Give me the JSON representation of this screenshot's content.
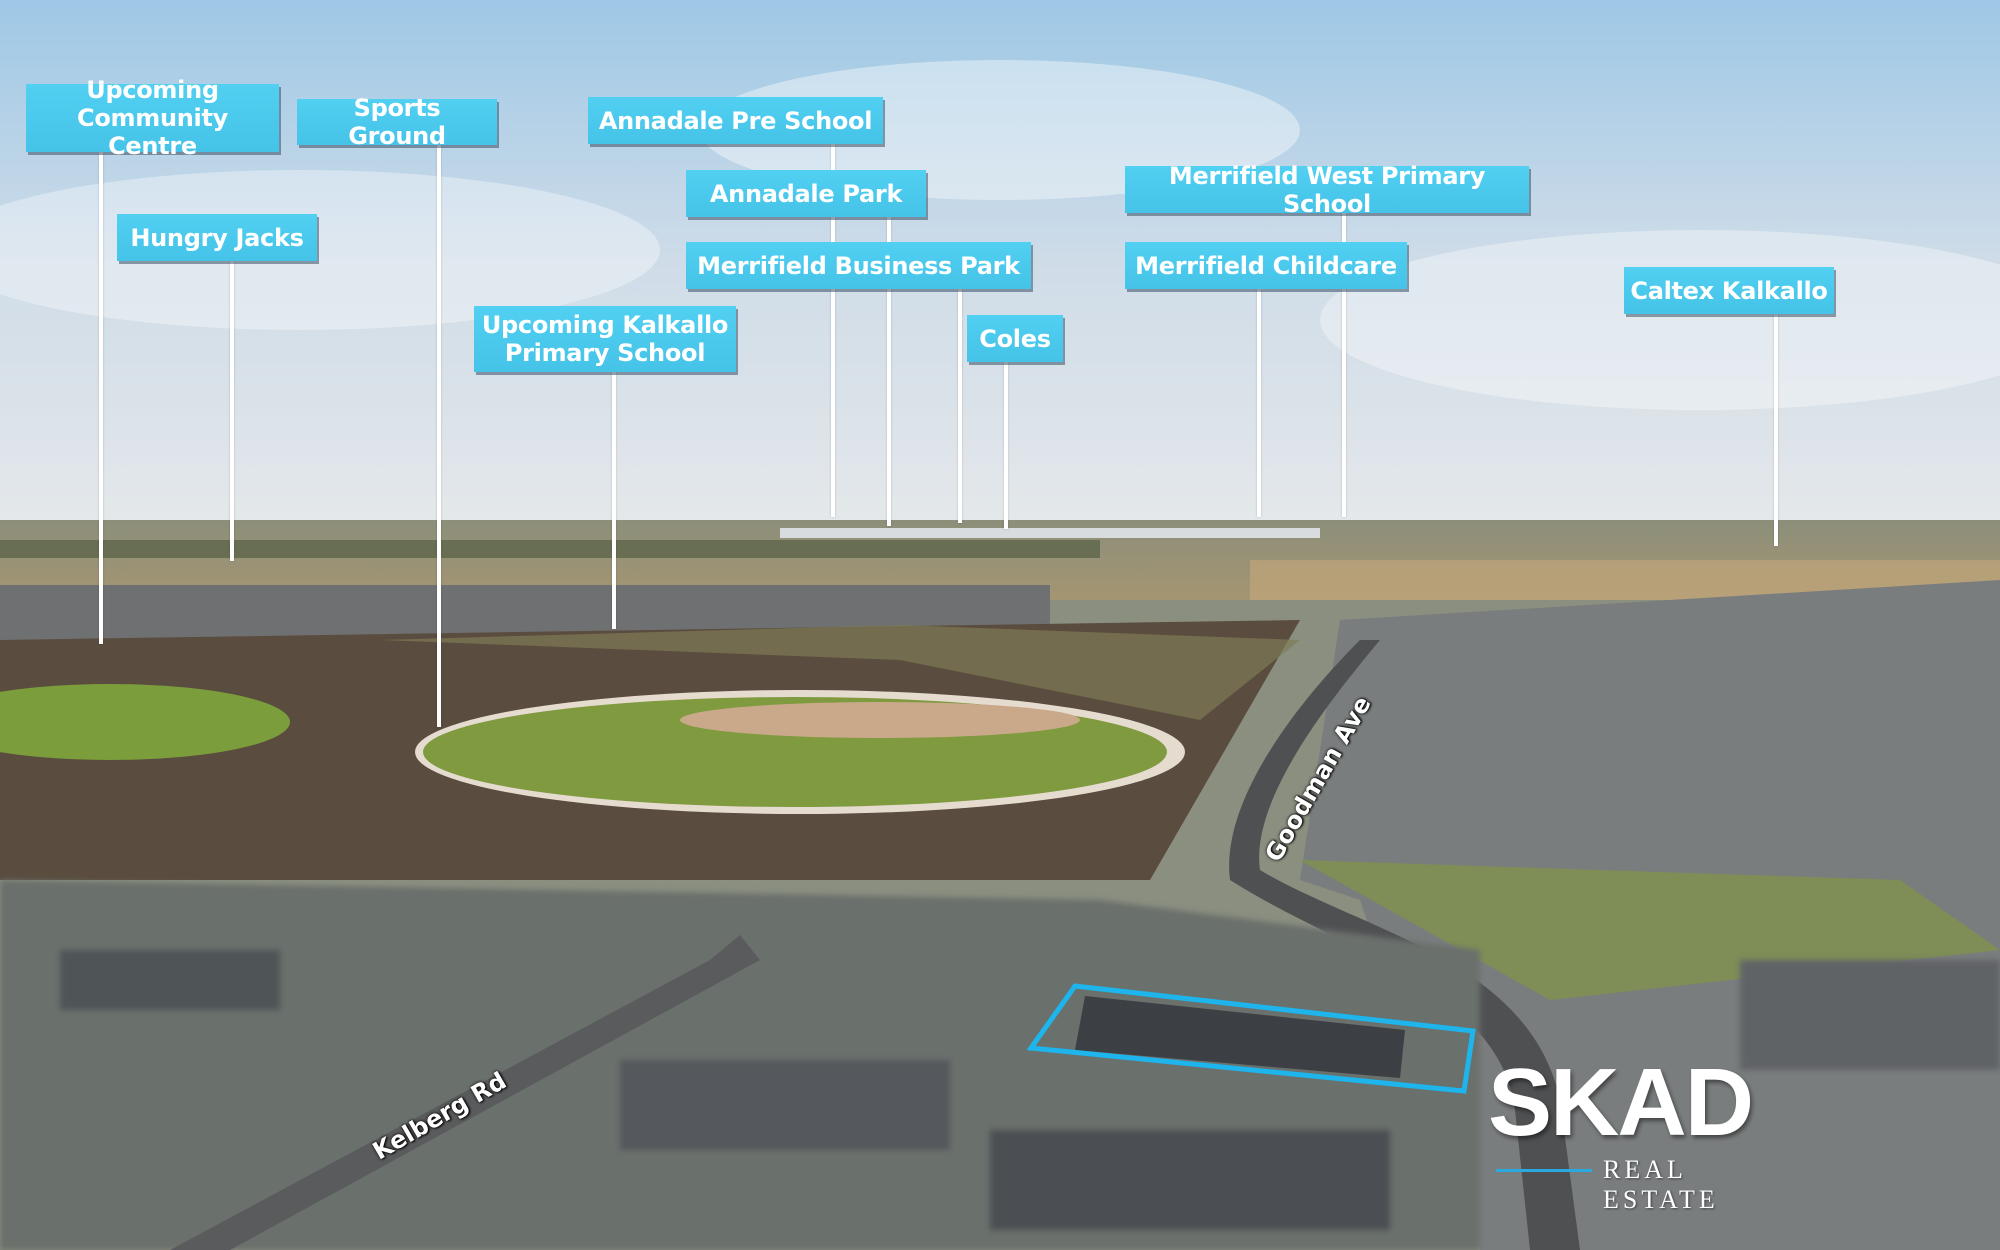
{
  "labels": [
    {
      "id": "upcoming-community-centre",
      "text": "Upcoming Community Centre"
    },
    {
      "id": "hungry-jacks",
      "text": "Hungry Jacks"
    },
    {
      "id": "sports-ground",
      "text": "Sports Ground"
    },
    {
      "id": "upcoming-kalkallo-primary-school",
      "text": "Upcoming Kalkallo Primary School"
    },
    {
      "id": "annadale-pre-school",
      "text": "Annadale Pre School"
    },
    {
      "id": "annadale-park",
      "text": "Annadale Park"
    },
    {
      "id": "merrifield-business-park",
      "text": "Merrifield Business Park"
    },
    {
      "id": "coles",
      "text": "Coles"
    },
    {
      "id": "merrifield-west-primary-school",
      "text": "Merrifield West Primary School"
    },
    {
      "id": "merrifield-childcare",
      "text": "Merrifield Childcare"
    },
    {
      "id": "caltex-kalkallo",
      "text": "Caltex Kalkallo"
    }
  ],
  "roads": {
    "goodman": "Goodman Ave",
    "kelberg": "Kelberg Rd"
  },
  "logo": {
    "brand": "SKAD",
    "subtitle": "REAL ESTATE"
  },
  "colors": {
    "label_bg": "#4fcdee",
    "lot_outline": "#1eb4ec"
  }
}
